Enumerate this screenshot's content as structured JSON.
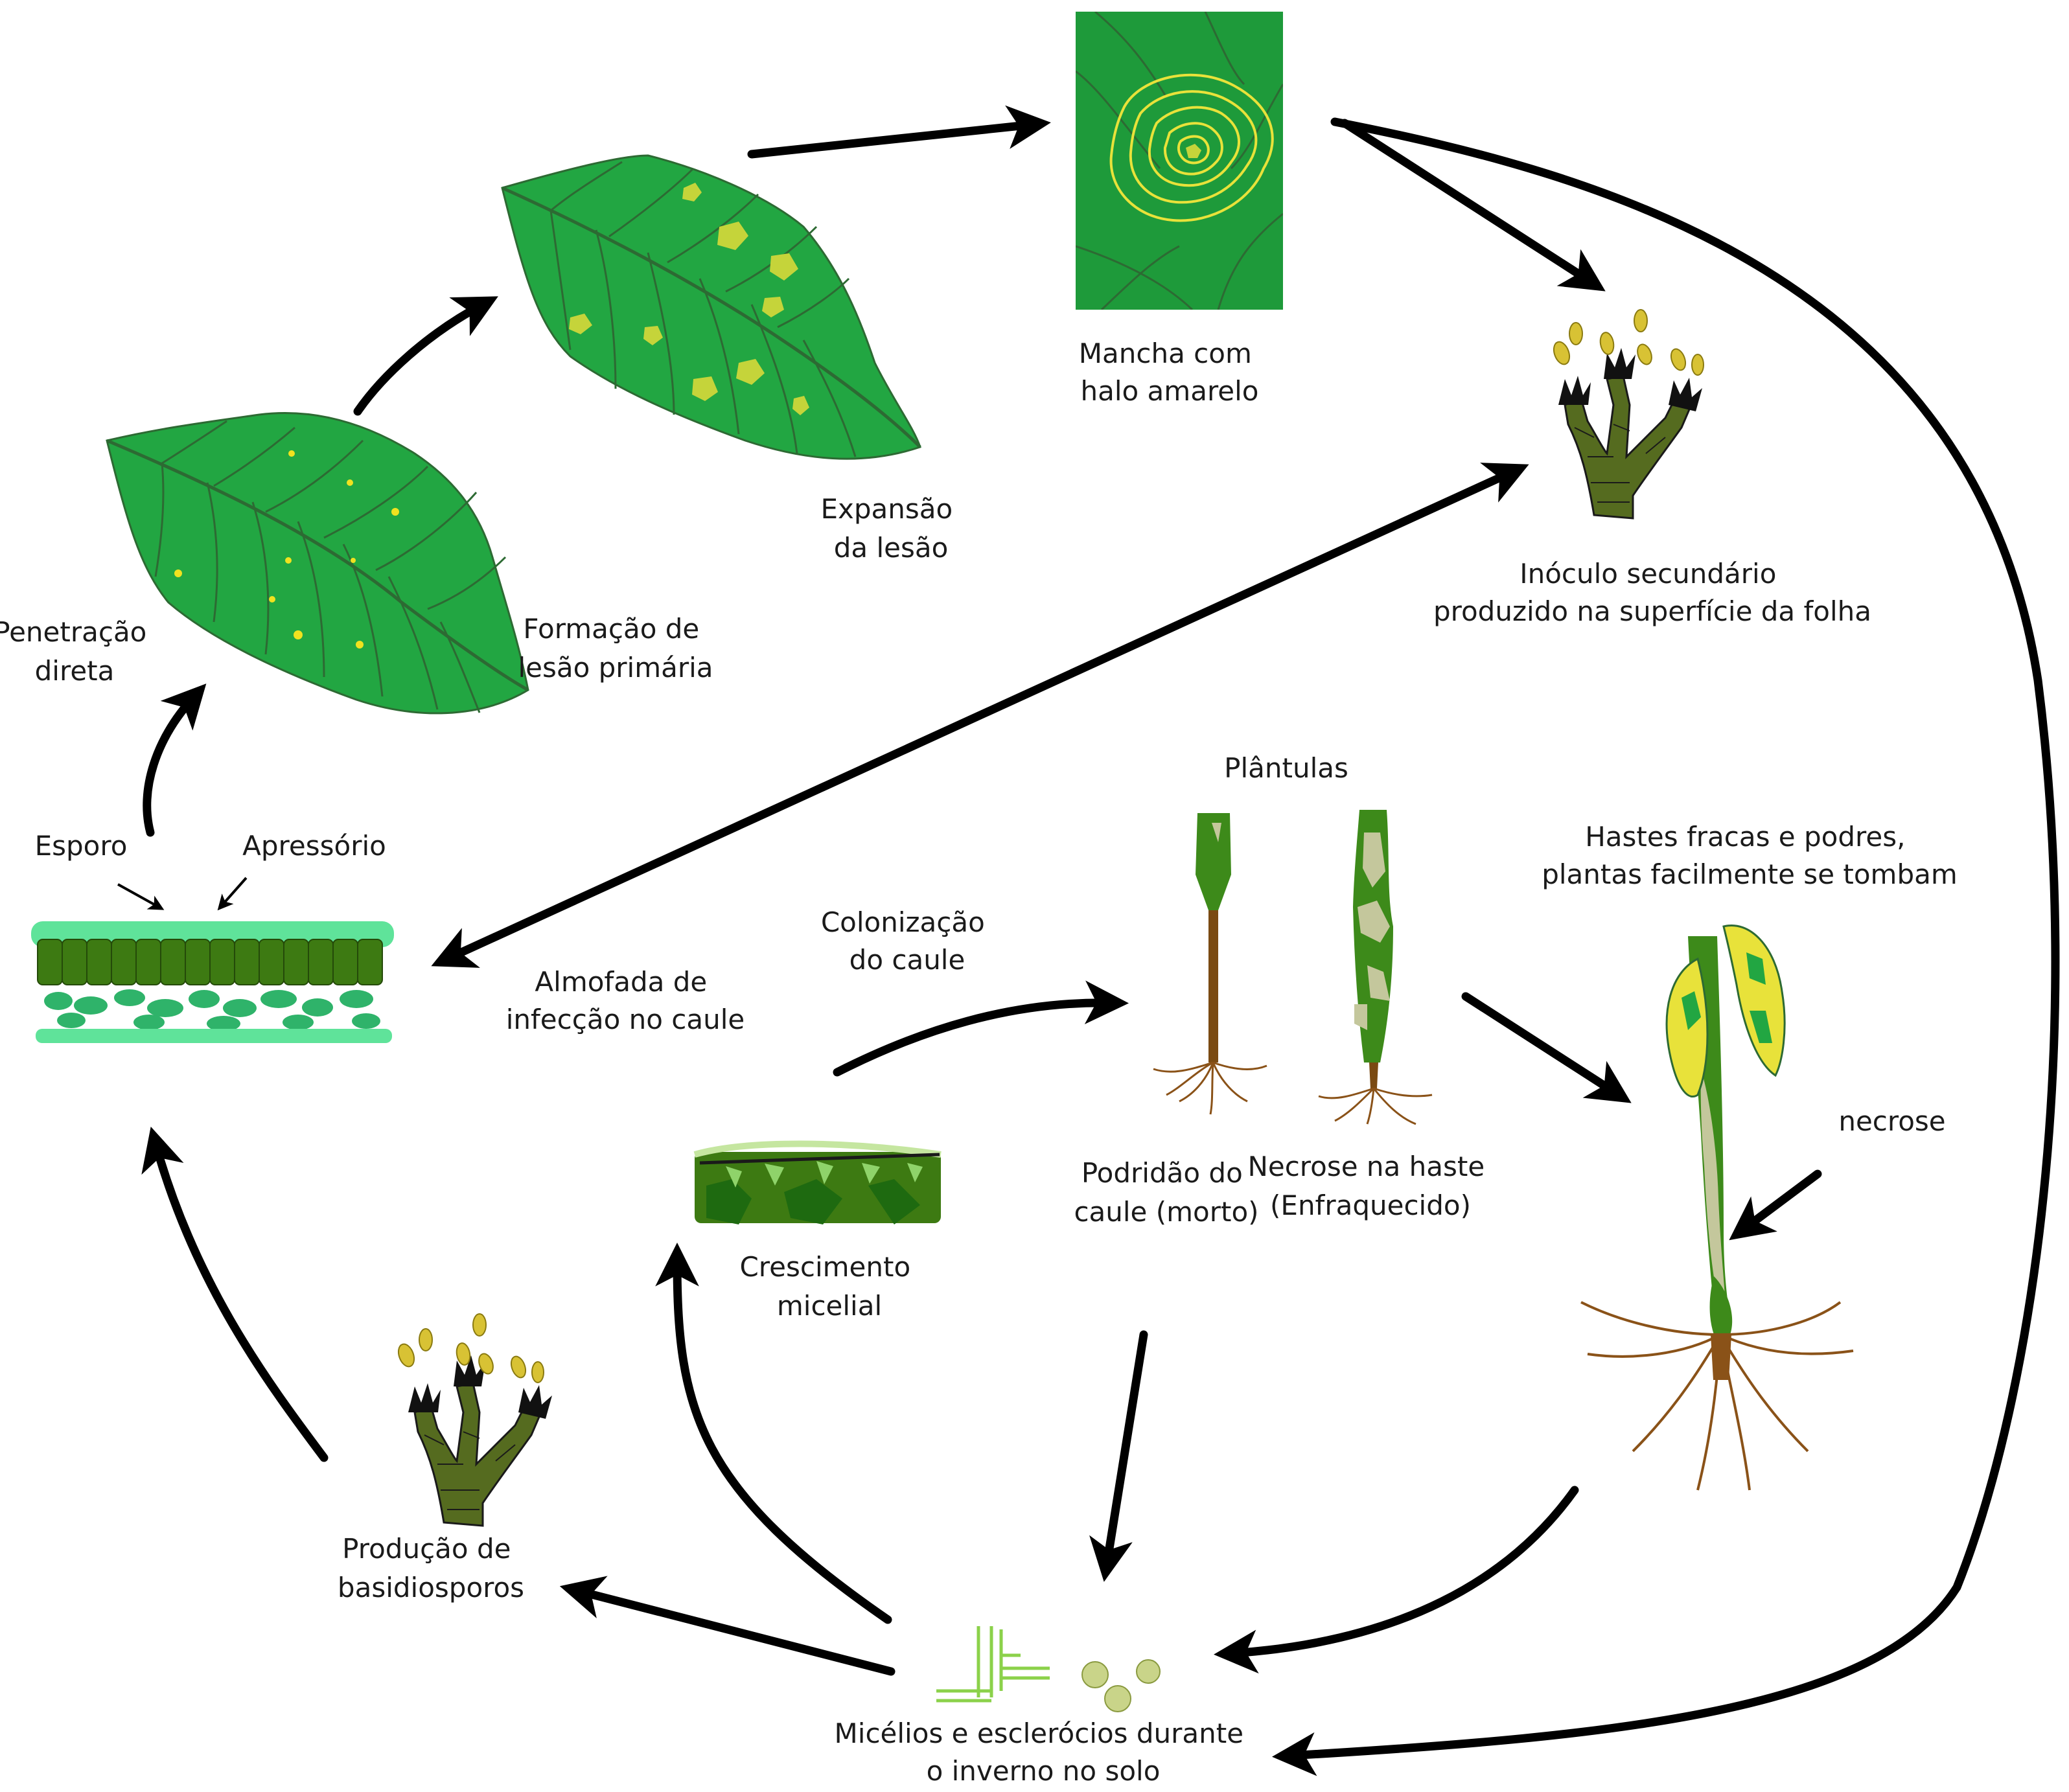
{
  "colors": {
    "leaf_green": "#22a642",
    "leaf_dark": "#2d6a33",
    "lesion_yellow": "#c5d43a",
    "spot_yellow": "#f0e21f",
    "patch_green": "#1e9a3a",
    "halo": "#e8e23a",
    "tissue_light": "#5fe39a",
    "tissue_mid": "#2fb36a",
    "tissue_dark": "#3d7a12",
    "basidia_olive": "#556b1f",
    "spore_yellow": "#d8c234",
    "stem_brown": "#7a4a12",
    "stem_green": "#3d8a1a",
    "necrosis_tan": "#c4c79c",
    "root_brown": "#8a5218",
    "hyphae_green": "#8bd14a",
    "sclerotia": "#c9d489",
    "arrow": "#000000"
  },
  "labels": {
    "mancha": [
      "Mancha com",
      "halo amarelo"
    ],
    "expansao": [
      "Expansão",
      "da lesão"
    ],
    "formacao": [
      "Formação de",
      "lesão primária"
    ],
    "penetracao": [
      "Penetração",
      "direta"
    ],
    "inoculo": [
      "Inóculo secundário",
      "produzido na superfície da folha"
    ],
    "esporo": "Esporo",
    "apressorio": "Apressório",
    "almofada": [
      "Almofada de",
      "infecção no caule"
    ],
    "colonizacao": [
      "Colonização",
      "do caule"
    ],
    "plantulas": "Plântulas",
    "hastes": [
      "Hastes fracas e podres,",
      "plantas facilmente se tombam"
    ],
    "necrose": "necrose",
    "podridao": [
      "Podridão do",
      "caule (morto)"
    ],
    "necrose_haste": [
      "Necrose na haste",
      "(Enfraquecido)"
    ],
    "crescimento": [
      "Crescimento",
      "micelial"
    ],
    "producao": [
      "Produção de",
      "basidiosporos"
    ],
    "micelios": [
      "Micélios e esclerócios durante",
      "o inverno no solo"
    ]
  },
  "icons": {
    "leaf_primary": "leaf-primary-lesion-icon",
    "leaf_expanded": "leaf-expanded-lesion-icon",
    "leaf_spot": "leaf-spot-halo-icon",
    "basidia": "basidia-spores-icon",
    "infection_cushion": "infection-cushion-tissue-icon",
    "mycelium": "mycelial-growth-icon",
    "seedling_dead": "seedling-stem-rot-icon",
    "seedling_weak": "seedling-stem-necrosis-icon",
    "plant_wilted": "wilted-plant-icon",
    "hyphae": "hyphae-sclerotia-icon"
  }
}
